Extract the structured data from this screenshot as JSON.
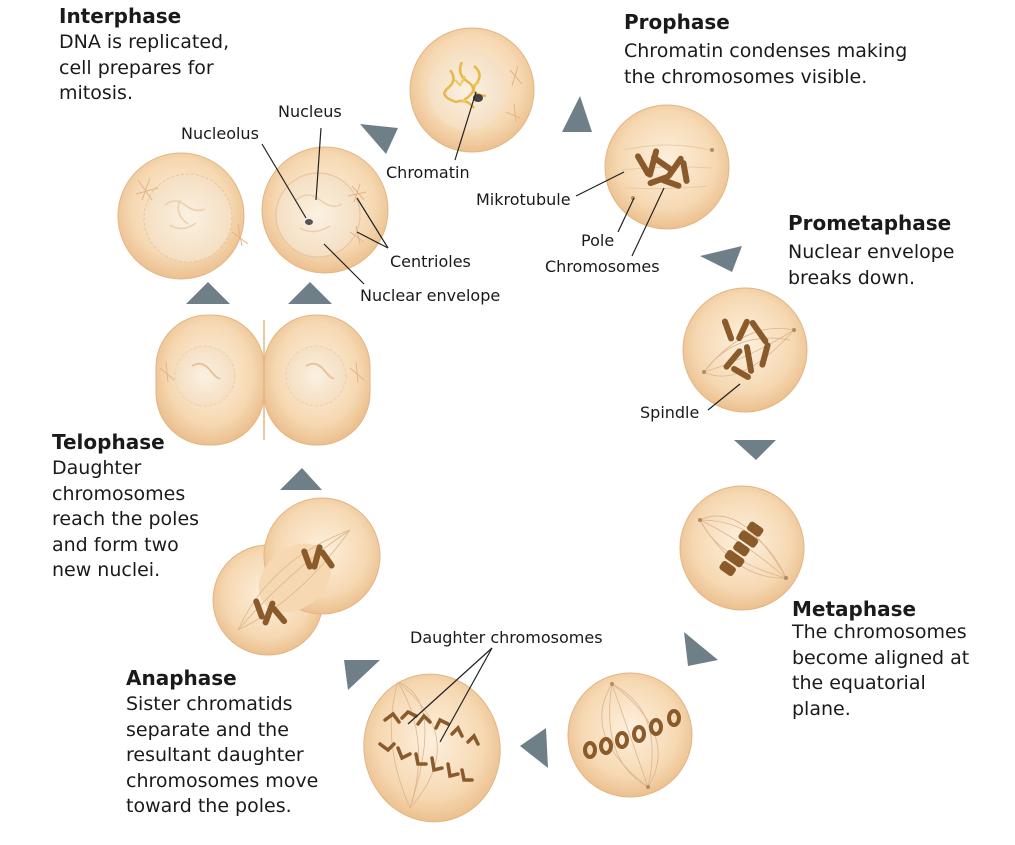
{
  "stages": {
    "interphase": {
      "title": "Interphase",
      "desc": "DNA is replicated,\ncell prepares for\nmitosis."
    },
    "prophase": {
      "title": "Prophase",
      "desc": "Chromatin condenses making\nthe chromosomes visible."
    },
    "prometaphase": {
      "title": "Prometaphase",
      "desc": "Nuclear envelope\nbreaks down."
    },
    "metaphase": {
      "title": "Metaphase",
      "desc": "The chromosomes\nbecome aligned at\nthe equatorial\nplane."
    },
    "anaphase": {
      "title": "Anaphase",
      "desc": "Sister chromatids\nseparate and the\nresultant daughter\nchromosomes move\ntoward the poles."
    },
    "telophase": {
      "title": "Telophase",
      "desc": "Daughter\nchromosomes\nreach the poles\nand form two\nnew nuclei."
    }
  },
  "labels": {
    "nucleus": "Nucleus",
    "nucleolus": "Nucleolus",
    "chromatin": "Chromatin",
    "centrioles": "Centrioles",
    "nuclear_envelope": "Nuclear envelope",
    "microtubule": "Mikrotubule",
    "pole": "Pole",
    "chromosomes": "Chromosomes",
    "spindle": "Spindle",
    "daughter_chromosomes": "Daughter chromosomes"
  },
  "colors": {
    "cell_fill": "#f6d9b3",
    "cell_edge": "#e6b788",
    "chromosome": "#8a5a2b",
    "arrow": "#6e7f88"
  }
}
